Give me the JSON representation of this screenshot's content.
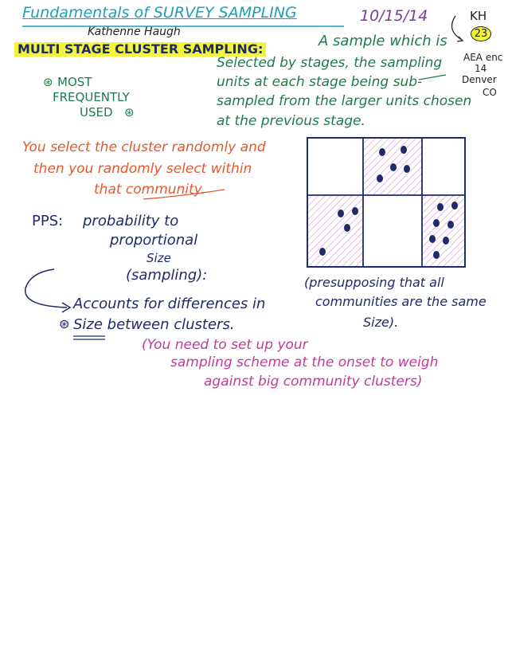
{
  "header": {
    "title": "Fundamentals of SURVEY SAMPLING",
    "date": "10/15/14",
    "author": "Kathenne Haugh",
    "initials": "KH",
    "page_number": "23",
    "event_lines": [
      "AEA enc",
      "14",
      "Denver",
      "CO"
    ]
  },
  "definition": {
    "term": "MULTI STAGE CLUSTER SAMPLING:",
    "lines": [
      "A sample which is",
      "Selected by stages, the sampling",
      "units at each stage being sub-",
      "sampled from the larger units chosen",
      "at the previous stage."
    ]
  },
  "note_most_used": [
    "MOST",
    "FREQUENTLY",
    "USED"
  ],
  "cluster_note": [
    "You select the cluster randomly and",
    "then you randomly select within",
    "that community."
  ],
  "pps": {
    "label": "PPS:",
    "lines": [
      "probability to",
      "proportional",
      "Size",
      "(sampling):"
    ]
  },
  "accounts_note": [
    "Accounts for differences in",
    "Size between clusters."
  ],
  "grid_caption": [
    "(presupposing that all",
    "communities are the same",
    "Size)."
  ],
  "onset_note": [
    "(You need to set up your",
    "sampling scheme at the onset to weigh",
    "against big community clusters)"
  ],
  "colors": {
    "title": "#1f9fb5",
    "highlight": "#f2f53a",
    "definition": "#1f7a4a",
    "orange": "#e2592f",
    "navy": "#1f2a6b",
    "magenta": "#c23a9a",
    "purple": "#7c3aa3"
  }
}
